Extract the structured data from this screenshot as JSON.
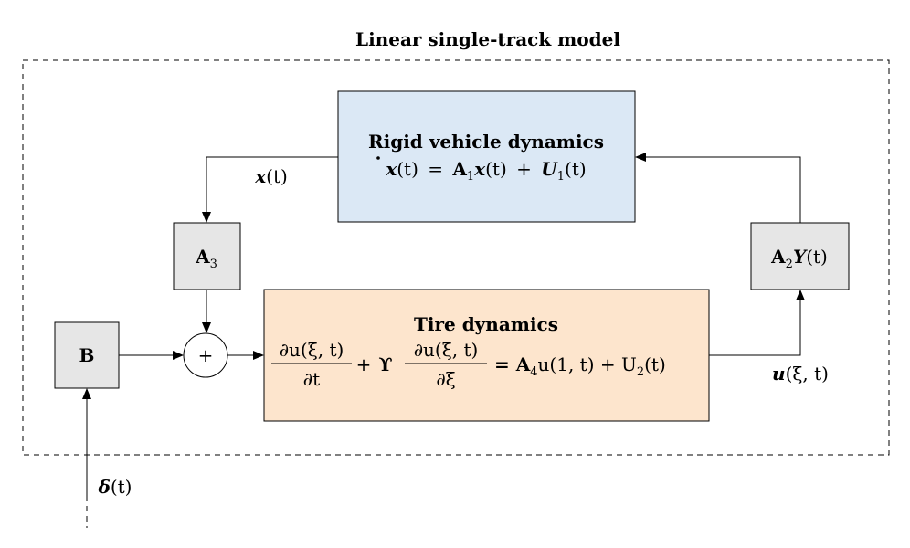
{
  "diagram": {
    "title": "Linear single-track model",
    "rigid_block": {
      "title": "Rigid vehicle dynamics",
      "equation": {
        "lhs": "x(t)",
        "eq": "=",
        "A1": "A",
        "A1_sub": "1",
        "x": "x",
        "t1": "(t)",
        "plus": "+",
        "U1": "U",
        "U1_sub": "1",
        "t2": "(t)"
      },
      "fill": "#dbe8f5"
    },
    "tire_block": {
      "title": "Tire dynamics",
      "frac1_num": "∂u(ξ, t)",
      "frac1_den": "∂t",
      "plus": "+",
      "upsilon": "ϒ",
      "frac2_num": "∂u(ξ, t)",
      "frac2_den": "∂ξ",
      "rhs": "= A",
      "rhs_sub": "4",
      "rhs_rest": "u(1, t) + U",
      "rhs_sub2": "2",
      "rhs_end": "(t)",
      "fill": "#fde5cd"
    },
    "blocks": {
      "A3_main": "A",
      "A3_sub": "3",
      "A2_main": "A",
      "A2_sub": "2",
      "A2_Y": "Y",
      "A2_t": "(t)",
      "B": "B"
    },
    "summing_symbol": "+",
    "signals": {
      "x_t": "x",
      "x_t_arg": "(t)",
      "u_xi_t": "u",
      "u_xi_t_arg": "(ξ, t)",
      "delta": "δ",
      "delta_arg": "(t)"
    },
    "colors": {
      "gray_block": "#e6e6e6",
      "stroke": "#000000"
    }
  }
}
